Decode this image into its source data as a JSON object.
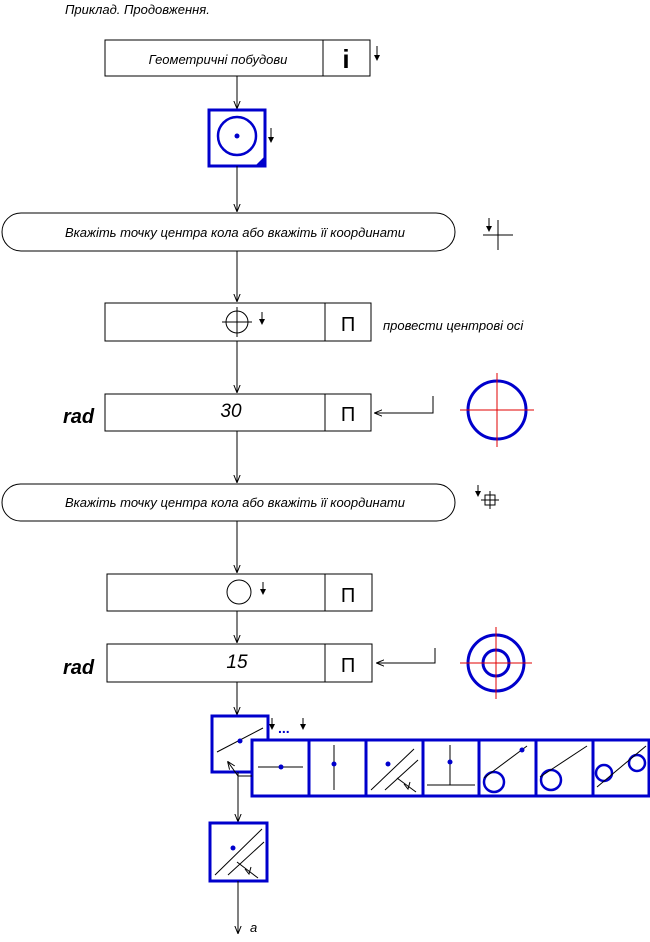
{
  "heading": "Приклад. Продовження.",
  "menu": {
    "title": "Геометричні побудови",
    "info_glyph": "i"
  },
  "prompts": {
    "first": "Вкажіть точку центра кола або вкажіть її координати",
    "second": "Вкажіть точку центра кола або вкажіть її координати"
  },
  "steps": {
    "axes_option": "П",
    "axes_note": "провести центрові осі",
    "radius1_label": "rad",
    "radius1_value": "30",
    "radius1_option": "П",
    "circle_option": "П",
    "radius2_label": "rad",
    "radius2_value": "15",
    "radius2_option": "П"
  },
  "toolbar": {
    "more_marker": "...",
    "tools": [
      "line-horizontal",
      "line-vertical",
      "line-slanted",
      "line-cross",
      "circle-tangent-1",
      "circle-tangent-2",
      "circles-tangent-pair"
    ]
  },
  "footer": {
    "continue_label": "а"
  },
  "colors": {
    "accent": "#0000cc",
    "axes": "#e00000",
    "ink": "#000000"
  }
}
